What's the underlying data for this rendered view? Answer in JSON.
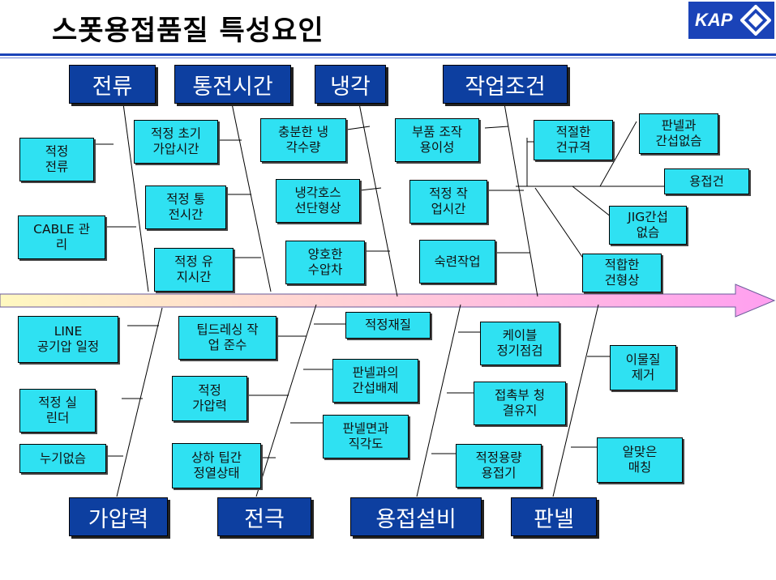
{
  "title": "스폿용접품질 특성요인",
  "logo": {
    "text": "KAP",
    "icon": "diamond-logo-icon"
  },
  "colors": {
    "category_bg": "#0d3fa0",
    "factor_bg": "#2fe1f2",
    "rule": "#1a43b8",
    "spine_start": "#fff8c0",
    "spine_end": "#ff9ff0"
  },
  "categories_top": [
    "전류",
    "통전시간",
    "냉각",
    "작업조건"
  ],
  "categories_bottom": [
    "가압력",
    "전극",
    "용접설비",
    "판넬"
  ],
  "factors": {
    "current": [
      "적정\n전류",
      "CABLE 관\n리"
    ],
    "weld_time": [
      "적정 초기\n가압시간",
      "적정 통\n전시간",
      "적정 유\n지시간"
    ],
    "cooling": [
      "충분한 냉\n각수량",
      "냉각호스\n선단형상",
      "양호한\n수압차"
    ],
    "work_conditions": [
      "부품 조작\n용이성",
      "적정 작\n업시간",
      "숙련작업",
      "적절한\n건규격",
      "판넬과\n간섭없슴",
      "용접건",
      "JIG간섭\n없슴",
      "적합한\n건형상"
    ],
    "pressure": [
      "LINE\n공기압 일정",
      "적정 실\n린더",
      "누기없슴"
    ],
    "electrode": [
      "팁드레싱 작\n업 준수",
      "적정\n가압력",
      "상하 팁간\n정열상태",
      "적정재질",
      "판넬과의\n간섭배제",
      "판넬면과\n직각도"
    ],
    "welding_equipment": [
      "케이블\n정기점검",
      "접촉부 청\n결유지",
      "적정용량\n용접기"
    ],
    "panel": [
      "이물질\n제거",
      "알맞은\n매칭"
    ]
  }
}
